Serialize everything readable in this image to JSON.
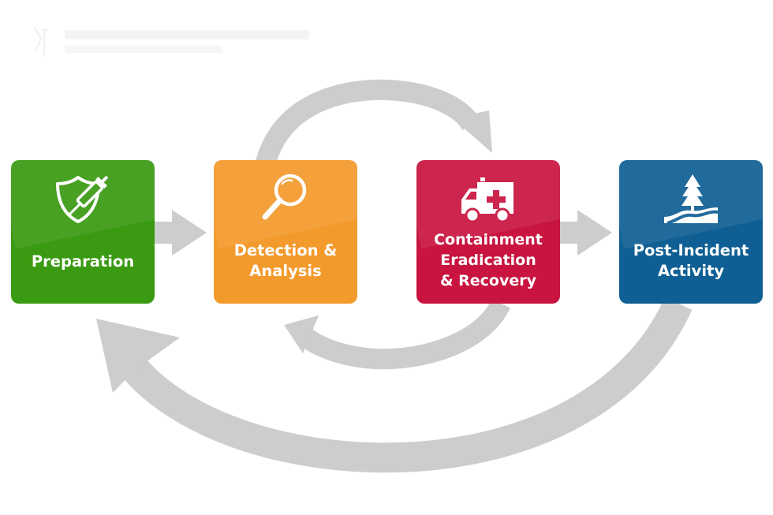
{
  "colors": {
    "arrow": "#cdcdcd",
    "preparation": "#3a9a12",
    "detection": "#f39a2c",
    "containment": "#c8143f",
    "post_incident": "#0f5f94"
  },
  "stages": {
    "preparation": {
      "label": "Preparation",
      "icon": "shield-syringe-icon"
    },
    "detection": {
      "label": "Detection &\nAnalysis",
      "icon": "magnifier-icon"
    },
    "containment": {
      "label": "Containment\nEradication\n& Recovery",
      "icon": "ambulance-icon"
    },
    "post_incident": {
      "label": "Post-Incident\nActivity",
      "icon": "tree-road-icon"
    }
  }
}
